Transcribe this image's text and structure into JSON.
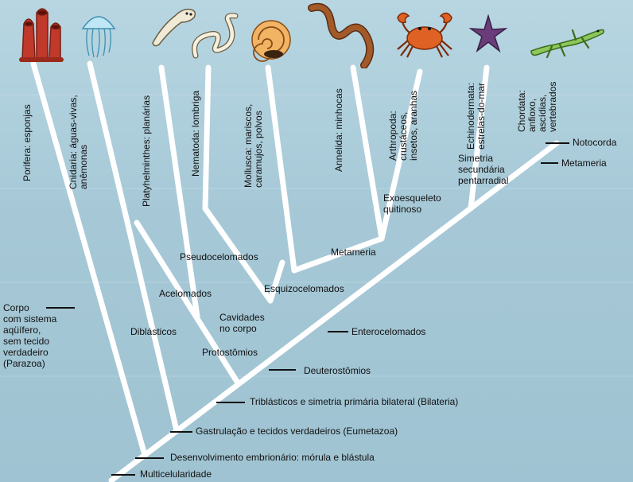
{
  "colors": {
    "background": "#a9cbd8",
    "branch": "#ffffff",
    "text": "#111111",
    "sponge": "#c0392b",
    "jellyfish": "#7ec8e3",
    "flatworm": "#e8e2cf",
    "roundworm": "#f1e9d6",
    "snail": "#e08a2c",
    "earthworm": "#8a4a22",
    "crab": "#d9541e",
    "starfish": "#6a3d7a",
    "lizard": "#79b84a"
  },
  "organisms": [
    {
      "icon": "sponge-icon"
    },
    {
      "icon": "jellyfish-icon"
    },
    {
      "icon": "flatworm-icon"
    },
    {
      "icon": "roundworm-icon"
    },
    {
      "icon": "snail-icon"
    },
    {
      "icon": "earthworm-icon"
    },
    {
      "icon": "crab-icon"
    },
    {
      "icon": "starfish-icon"
    },
    {
      "icon": "lizard-icon"
    }
  ],
  "taxa": [
    {
      "lines": [
        "Porifera: esponjas"
      ]
    },
    {
      "lines": [
        "Cnidaria: águas-vivas,",
        "anêmonas"
      ]
    },
    {
      "lines": [
        "Platyhelminthes: planárias"
      ]
    },
    {
      "lines": [
        "Nematoda: lombriga"
      ]
    },
    {
      "lines": [
        "Mollusca: mariscos,",
        "caramujos, polvos"
      ]
    },
    {
      "lines": [
        "Annelida: minhocas"
      ]
    },
    {
      "lines": [
        "Arthropoda:",
        "crustáceos,",
        "insetos, aranhas"
      ]
    },
    {
      "lines": [
        "Echinodermata:",
        "estrelas-do-mar"
      ]
    },
    {
      "lines": [
        "Chordata:",
        "anfioxo,",
        "ascídias,",
        "vertebrados"
      ]
    }
  ],
  "nodes": {
    "notocorda": "Notocorda",
    "metameria_chordata": "Metameria",
    "simetria": [
      "Simetria",
      "secundária",
      "pentarradial"
    ],
    "exoesqueleto": [
      "Exoesqueleto",
      "quitinoso"
    ],
    "metameria": "Metameria",
    "pseudocelomados": "Pseudocelomados",
    "esquizocelomados": "Esquizocelomados",
    "acelomados": "Acelomados",
    "cavidades": [
      "Cavidades",
      "no corpo"
    ],
    "enterocelomados": "Enterocelomados",
    "diblasticos": "Diblásticos",
    "protostomios": "Protostômios",
    "deuterostomios": "Deuterostômios",
    "parazoa": [
      "Corpo",
      "com sistema",
      "aqüífero,",
      "sem tecido",
      "verdadeiro",
      "(Parazoa)"
    ],
    "bilateria": "Triblásticos e simetria primária bilateral (Bilateria)",
    "eumetazoa": "Gastrulação e tecidos verdadeiros (Eumetazoa)",
    "desenvolvimento": "Desenvolvimento embrionário: mórula e blástula",
    "multicelularidade": "Multicelularidade"
  }
}
